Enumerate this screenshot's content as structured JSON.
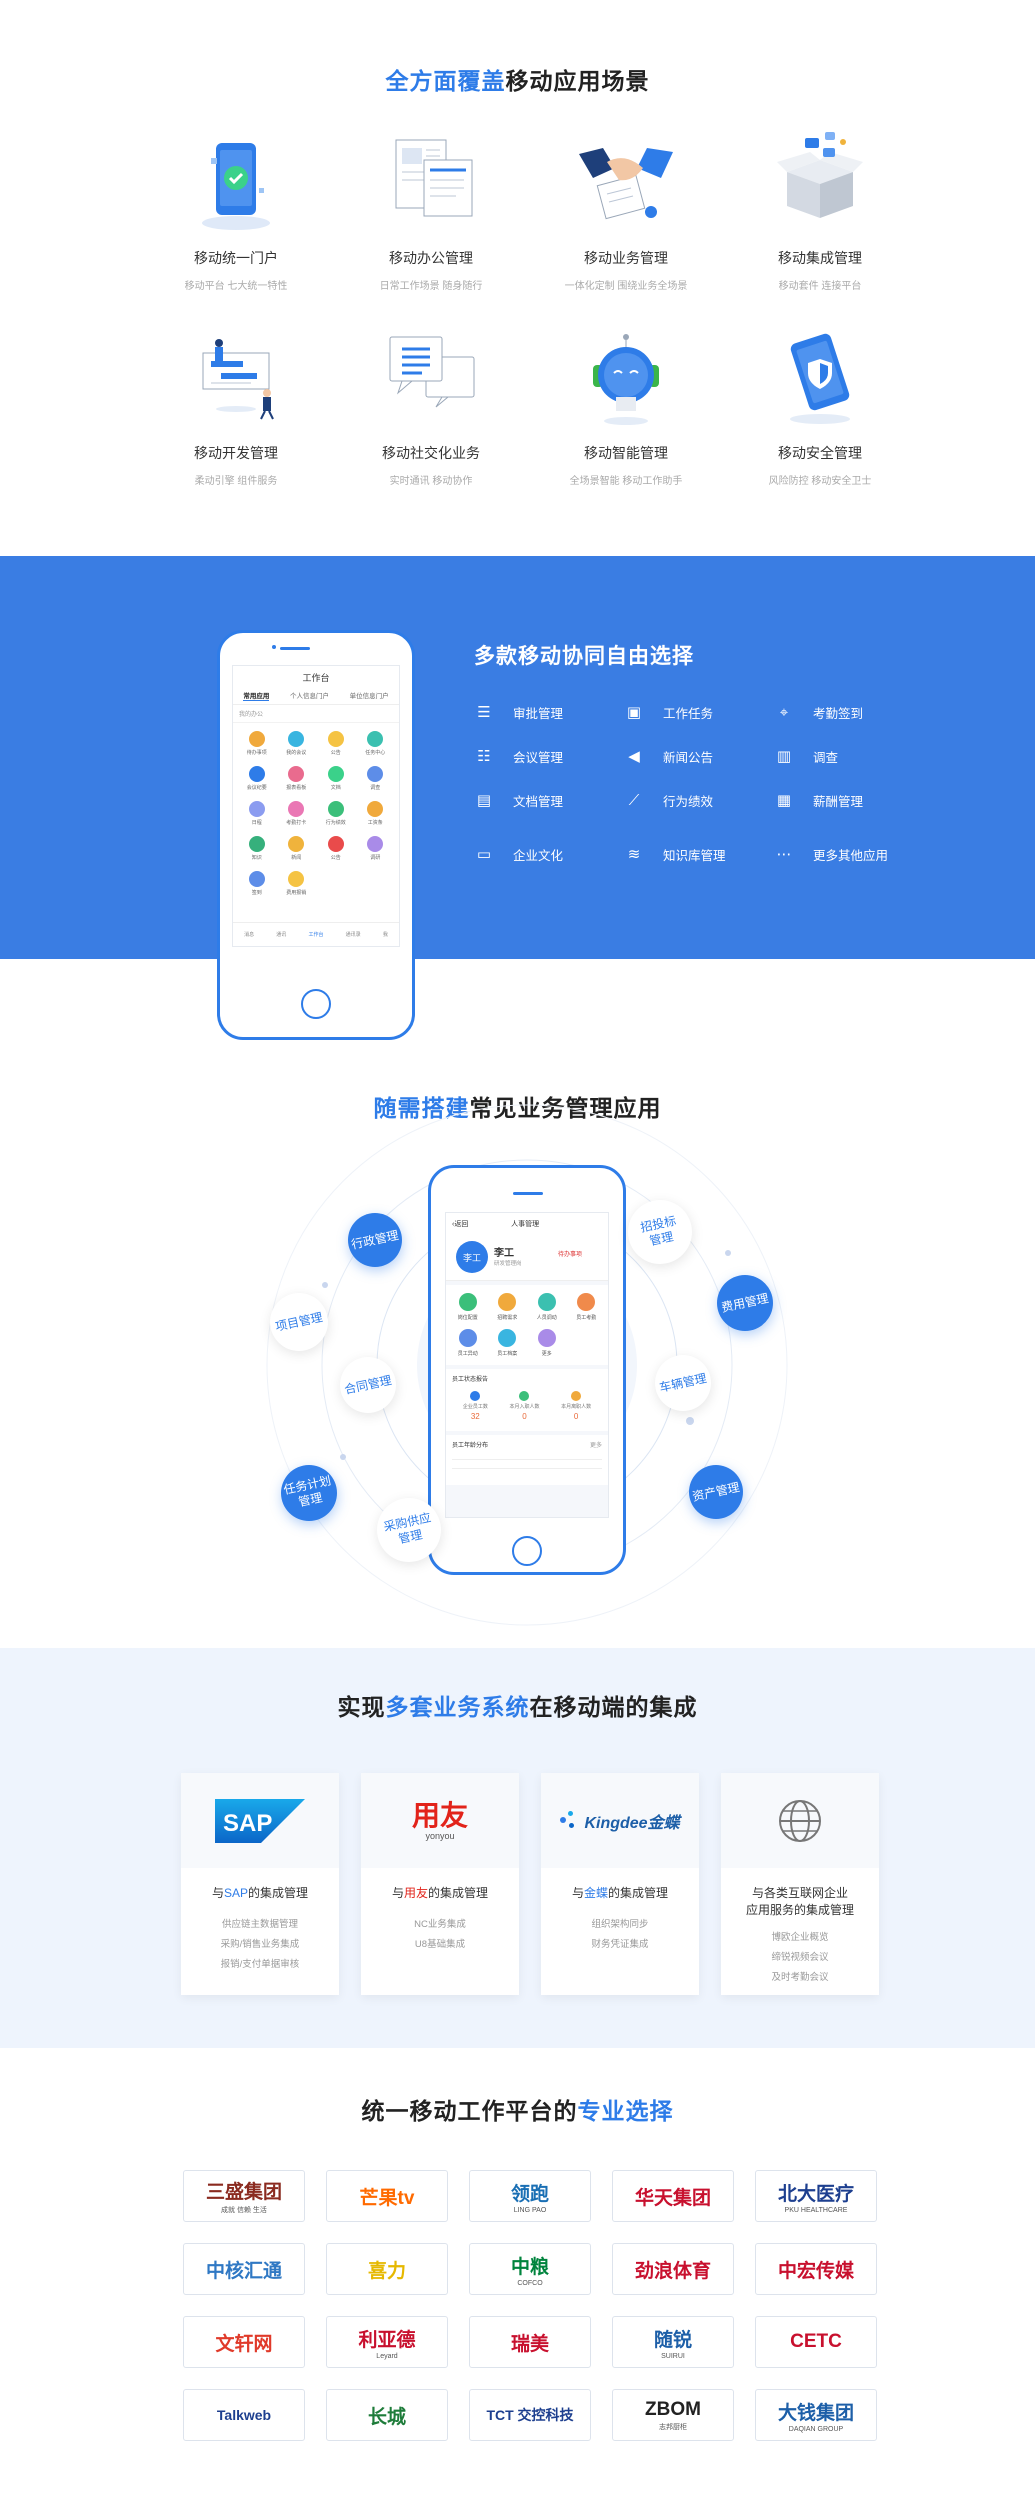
{
  "s1": {
    "title_hl": "全方面覆盖",
    "title_rest": "移动应用场景",
    "features": [
      {
        "name": "移动统一门户",
        "desc": "移动平台 七大统一特性",
        "icon": "phone-check-icon"
      },
      {
        "name": "移动办公管理",
        "desc": "日常工作场景 随身随行",
        "icon": "documents-icon"
      },
      {
        "name": "移动业务管理",
        "desc": "一体化定制 围绕业务全场景",
        "icon": "handshake-icon"
      },
      {
        "name": "移动集成管理",
        "desc": "移动套件 连接平台",
        "icon": "box-icon"
      },
      {
        "name": "移动开发管理",
        "desc": "柔动引擎 组件服务",
        "icon": "developer-icon"
      },
      {
        "name": "移动社交化业务",
        "desc": "实时通讯 移动协作",
        "icon": "chat-icon"
      },
      {
        "name": "移动智能管理",
        "desc": "全场景智能 移动工作助手",
        "icon": "robot-icon"
      },
      {
        "name": "移动安全管理",
        "desc": "风险防控 移动安全卫士",
        "icon": "shield-phone-icon"
      }
    ]
  },
  "s2": {
    "title": "多款移动协同自由选择",
    "phone": {
      "header": "工作台",
      "tabs": [
        "常用应用",
        "个人信息门户",
        "单位信息门户"
      ],
      "search": "我的办公",
      "apps": [
        "待办事项",
        "我的会议",
        "公告",
        "任务中心",
        "会议纪要",
        "报表看板",
        "文档",
        "调查",
        "日程",
        "考勤打卡",
        "行为绩效",
        "工资条",
        "知识",
        "新闻",
        "公告",
        "调研",
        "签到",
        "费用报销"
      ],
      "nav": [
        "消息",
        "通讯",
        "工作台",
        "通讯录",
        "我"
      ]
    },
    "features": [
      {
        "label": "审批管理",
        "icon": "list-icon"
      },
      {
        "label": "工作任务",
        "icon": "task-icon"
      },
      {
        "label": "考勤签到",
        "icon": "location-icon"
      },
      {
        "label": "会议管理",
        "icon": "meeting-icon"
      },
      {
        "label": "新闻公告",
        "icon": "megaphone-icon"
      },
      {
        "label": "调查",
        "icon": "chart-icon"
      },
      {
        "label": "文档管理",
        "icon": "document-icon"
      },
      {
        "label": "行为绩效",
        "icon": "trend-icon"
      },
      {
        "label": "薪酬管理",
        "icon": "salary-icon"
      },
      {
        "label": "企业文化",
        "icon": "book-icon"
      },
      {
        "label": "知识库管理",
        "icon": "layers-icon"
      },
      {
        "label": "更多其他应用",
        "icon": "more-icon"
      }
    ]
  },
  "s3": {
    "title_hl": "随需搭建",
    "title_rest": "常见业务管理应用",
    "phone": {
      "back": "返回",
      "header": "人事管理",
      "user": "李工",
      "user_sub": "研发管理岗",
      "avatar": "李工",
      "todo": "待办事项",
      "grid": [
        "岗位配置",
        "招聘需求",
        "人员调动",
        "员工考勤",
        "员工异动",
        "员工档案",
        "更多"
      ],
      "stats_title": "员工状态报告",
      "stats": [
        {
          "label": "企业员工数",
          "value": "32"
        },
        {
          "label": "本月入职人数",
          "value": "0"
        },
        {
          "label": "本月离职人数",
          "value": "0"
        }
      ],
      "dist_title": "员工年龄分布",
      "dist_more": "更多"
    },
    "bubbles": [
      {
        "label": "行政管理",
        "style": "b"
      },
      {
        "label": "招投标\n管理",
        "style": "w"
      },
      {
        "label": "项目管理",
        "style": "w"
      },
      {
        "label": "费用管理",
        "style": "b"
      },
      {
        "label": "合同管理",
        "style": "w"
      },
      {
        "label": "车辆管理",
        "style": "w"
      },
      {
        "label": "任务计划\n管理",
        "style": "b"
      },
      {
        "label": "采购供应\n管理",
        "style": "w"
      },
      {
        "label": "资产管理",
        "style": "b"
      }
    ]
  },
  "s4": {
    "title_pre": "实现",
    "title_hl": "多套业务系统",
    "title_rest": "在移动端的集成",
    "cards": [
      {
        "logo": "SAP",
        "pre": "与",
        "brand": "SAP",
        "post": "的集成管理",
        "lines": [
          "供应链主数据管理",
          "采购/销售业务集成",
          "报销/支付单据审核"
        ]
      },
      {
        "logo": "用友",
        "logo_sub": "yonyou",
        "pre": "与",
        "brand": "用友",
        "post": "的集成管理",
        "lines": [
          "NC业务集成",
          "U8基础集成"
        ]
      },
      {
        "logo": "Kingdee金蝶",
        "pre": "与",
        "brand": "金蝶",
        "post": "的集成管理",
        "lines": [
          "组织架构同步",
          "财务凭证集成"
        ]
      },
      {
        "logo": "globe",
        "pre": "",
        "brand": "",
        "post": "与各类互联网企业\n应用服务的集成管理",
        "lines": [
          "博欧企业概览",
          "缔锐视频会议",
          "及时考勤会议"
        ]
      }
    ]
  },
  "s5": {
    "title_pre": "统一移动工作平台的",
    "title_hl": "专业选择",
    "logos": [
      {
        "text": "三盛集团",
        "sub": "成就 信赖 生活",
        "color": "#8a2a1f"
      },
      {
        "text": "芒果tv",
        "sub": "",
        "color": "#ff6a00"
      },
      {
        "text": "领跑",
        "sub": "LING PAO",
        "color": "#1a6fb4"
      },
      {
        "text": "华天集团",
        "sub": "",
        "color": "#c8102e"
      },
      {
        "text": "北大医疗",
        "sub": "PKU HEALTHCARE",
        "color": "#1d3f8f"
      },
      {
        "text": "中核汇通",
        "sub": "",
        "color": "#2f78c4"
      },
      {
        "text": "喜力",
        "sub": "",
        "color": "#e6b800"
      },
      {
        "text": "中粮",
        "sub": "COFCO",
        "color": "#00843d"
      },
      {
        "text": "劲浪体育",
        "sub": "",
        "color": "#c8102e"
      },
      {
        "text": "中宏传媒",
        "sub": "",
        "color": "#c8102e"
      },
      {
        "text": "文轩网",
        "sub": "",
        "color": "#e03a2a"
      },
      {
        "text": "利亚德",
        "sub": "Leyard",
        "color": "#c8102e"
      },
      {
        "text": "瑞美",
        "sub": "",
        "color": "#c8102e"
      },
      {
        "text": "随锐",
        "sub": "SUIRUI",
        "color": "#1d5fa8"
      },
      {
        "text": "CETC",
        "sub": "",
        "color": "#c8102e"
      },
      {
        "text": "Talkweb",
        "sub": "",
        "color": "#1d3f8f"
      },
      {
        "text": "长城",
        "sub": "",
        "color": "#1e7c3a"
      },
      {
        "text": "TCT 交控科技",
        "sub": "",
        "color": "#1d3f8f"
      },
      {
        "text": "ZBOM",
        "sub": "志邦厨柜",
        "color": "#222222"
      },
      {
        "text": "大钱集团",
        "sub": "DAQIAN GROUP",
        "color": "#1d5fa8"
      }
    ]
  }
}
